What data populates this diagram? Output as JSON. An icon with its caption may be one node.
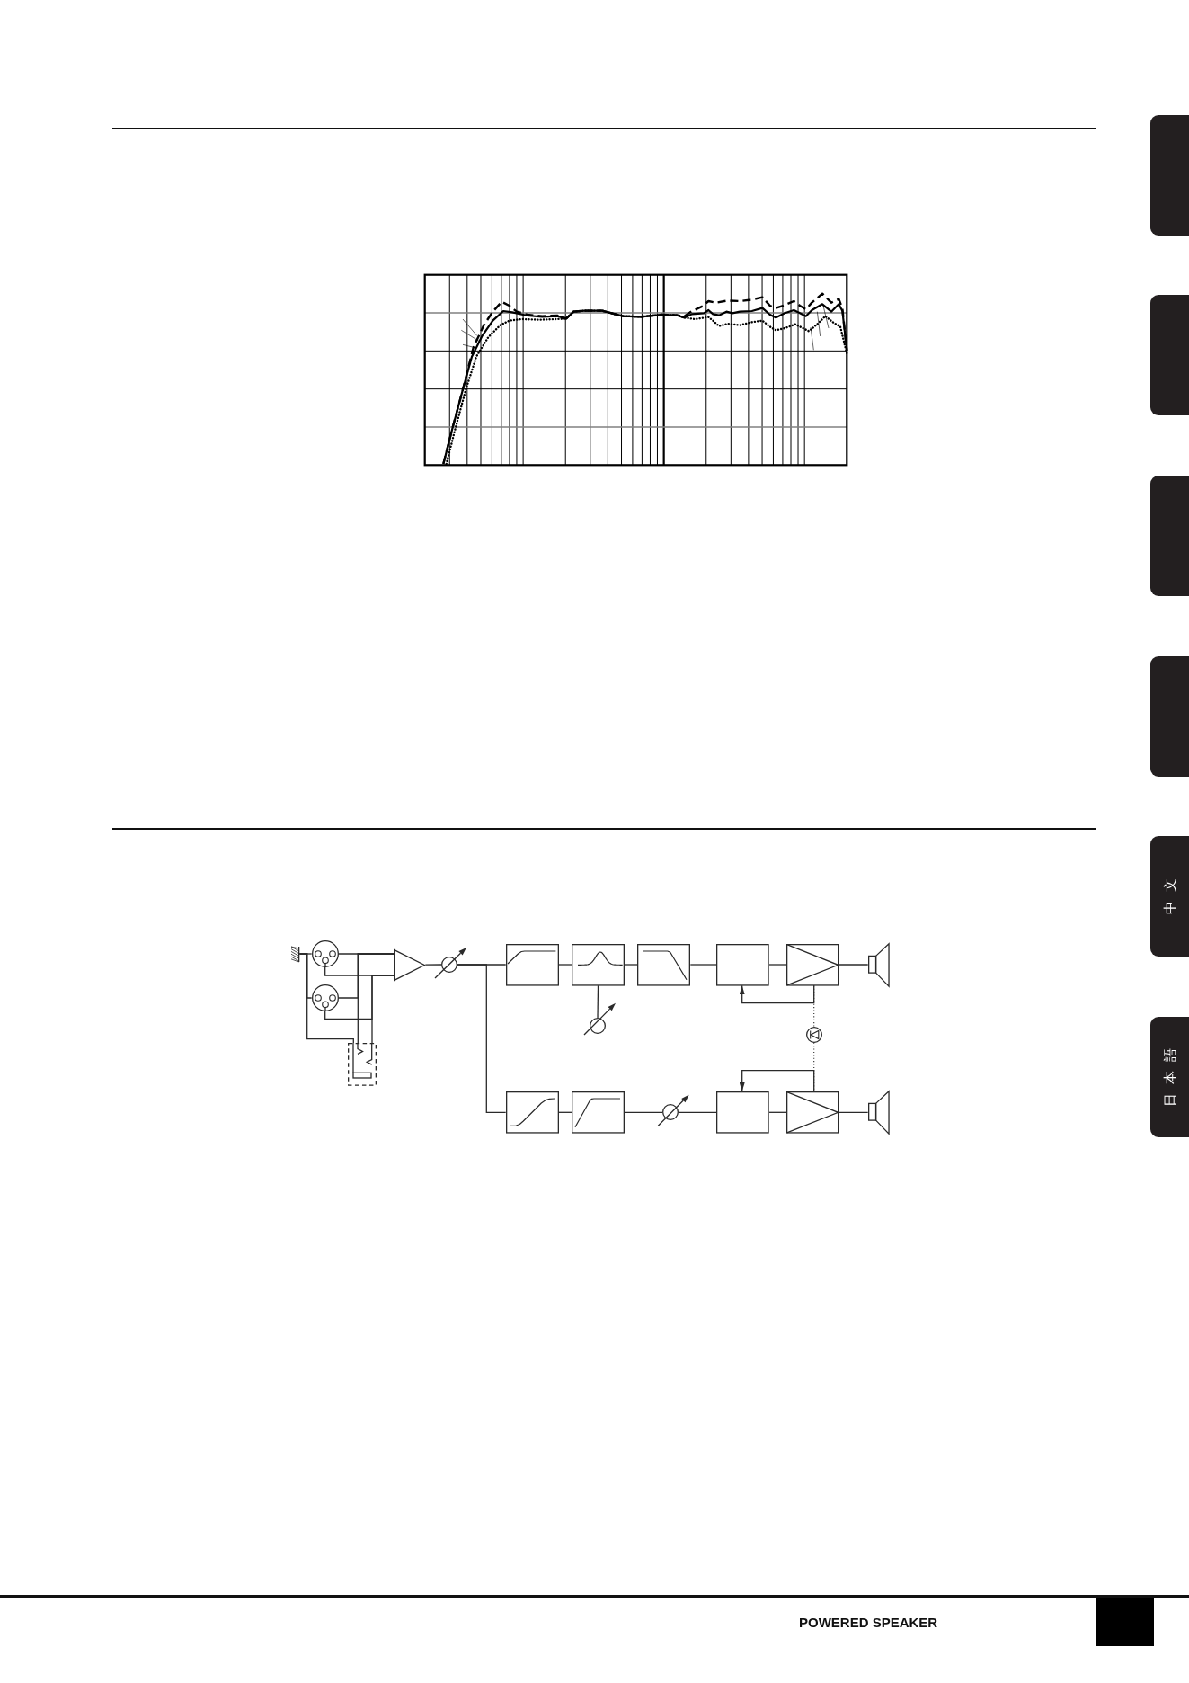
{
  "diagram": {
    "nodes": [
      {
        "text": [],
        "shape": "picture"
      },
      {
        "text": [],
        "shape": "circle"
      },
      {
        "text": [],
        "shape": "circle"
      },
      {
        "text": [],
        "shape": "box"
      },
      {
        "text": [],
        "shape": "triangle"
      },
      {
        "text": [],
        "shape": "circle"
      },
      {
        "text": [],
        "shape": "box"
      },
      {
        "text": [],
        "shape": "box"
      },
      {
        "text": [],
        "shape": "box"
      },
      {
        "text": [],
        "shape": "box"
      },
      {
        "text": [],
        "shape": "box"
      },
      {
        "text": [],
        "shape": "speaker"
      },
      {
        "text": [],
        "shape": "circle"
      },
      {
        "text": [],
        "shape": "circle"
      },
      {
        "text": [],
        "shape": "box"
      },
      {
        "text": [],
        "shape": "box"
      },
      {
        "text": [],
        "shape": "circle"
      },
      {
        "text": [],
        "shape": "box"
      },
      {
        "text": [],
        "shape": "box"
      },
      {
        "text": [],
        "shape": "speaker"
      },
      {
        "text": [],
        "shape": "box"
      },
      {
        "text": [],
        "shape": "box"
      },
      {
        "text": [],
        "shape": "box"
      },
      {
        "text": [],
        "shape": "box"
      },
      {
        "text": [
          "中文"
        ]
      },
      {
        "text": [
          "日本語"
        ]
      }
    ],
    "edges": [
      {
        "from": 0,
        "to": 1,
        "arrow": "none"
      },
      {
        "from": 1,
        "to": 4,
        "arrow": "none"
      },
      {
        "from": 1,
        "to": 4,
        "arrow": "none"
      },
      {
        "from": 2,
        "to": 4,
        "arrow": "none"
      },
      {
        "from": 2,
        "to": 4,
        "arrow": "none"
      },
      {
        "from": 3,
        "to": 4,
        "arrow": "none"
      },
      {
        "from": 3,
        "to": 4,
        "arrow": "none"
      },
      {
        "from": 0,
        "to": 2,
        "arrow": "none"
      },
      {
        "from": 0,
        "to": 3,
        "arrow": "none"
      },
      {
        "from": 4,
        "to": 5,
        "arrow": "none"
      },
      {
        "from": 5,
        "to": 6,
        "arrow": "none"
      },
      {
        "from": 5,
        "to": 14,
        "arrow": "none"
      },
      {
        "from": 6,
        "to": 7,
        "arrow": "none"
      },
      {
        "from": 7,
        "to": 8,
        "arrow": "none"
      },
      {
        "from": 8,
        "to": 9,
        "arrow": "none"
      },
      {
        "from": 9,
        "to": 10,
        "arrow": "none"
      },
      {
        "from": 10,
        "to": 11,
        "arrow": "none"
      },
      {
        "from": 7,
        "to": 12,
        "arrow": "none"
      },
      {
        "from": 10,
        "to": 9,
        "arrow": "to"
      },
      {
        "from": 10,
        "to": 13,
        "arrow": "none",
        "style": "dashed"
      },
      {
        "from": 13,
        "to": 18,
        "arrow": "none",
        "style": "dashed"
      },
      {
        "from": 18,
        "to": 17,
        "arrow": "to"
      },
      {
        "from": 14,
        "to": 15,
        "arrow": "none"
      },
      {
        "from": 15,
        "to": 16,
        "arrow": "none"
      },
      {
        "from": 16,
        "to": 17,
        "arrow": "none"
      },
      {
        "from": 17,
        "to": 18,
        "arrow": "none"
      },
      {
        "from": 18,
        "to": 19,
        "arrow": "none"
      }
    ],
    "labels": [
      "POWERED SPEAKER"
    ]
  }
}
